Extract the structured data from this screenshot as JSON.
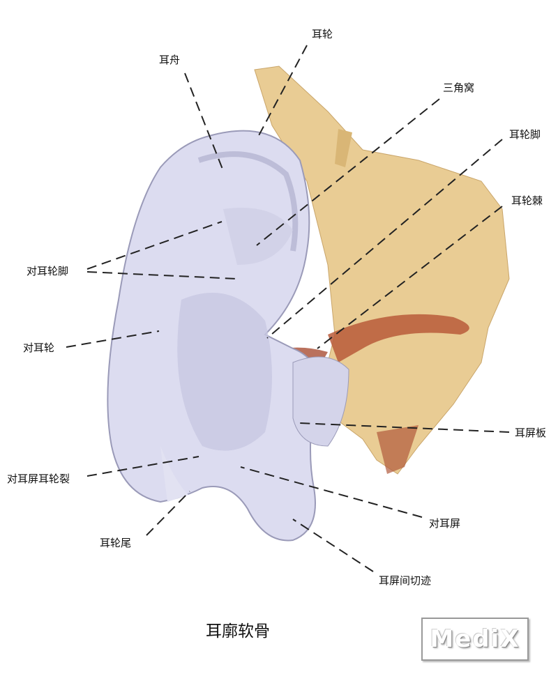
{
  "title": "耳廓软骨",
  "watermark": "MediX",
  "labels": {
    "helix": "耳轮",
    "scapha": "耳舟",
    "triangular_fossa": "三角窝",
    "crus_of_helix": "耳轮脚",
    "spine_of_helix": "耳轮棘",
    "crura_of_antihelix": "对耳轮脚",
    "antihelix": "对耳轮",
    "tragal_lamina": "耳屏板",
    "antitragohelicine_fissure": "对耳屏耳轮裂",
    "antitragus": "对耳屏",
    "tail_of_helix": "耳轮尾",
    "intertragic_notch": "耳屏间切迹"
  },
  "colors": {
    "cartilage": "#dcdcf0",
    "tissue": "#e8c890",
    "muscle": "#b0553a"
  }
}
